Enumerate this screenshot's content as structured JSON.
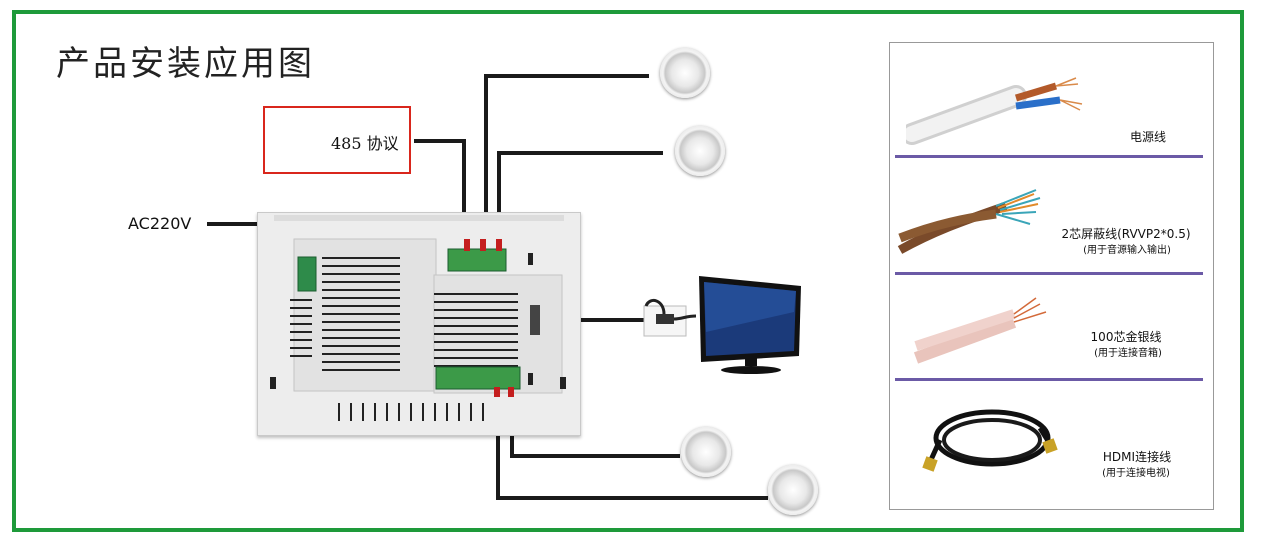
{
  "title": "产品安装应用图",
  "protocol_label": "485 协议",
  "power_label": "AC220V",
  "cables": [
    {
      "name": "电源线",
      "note": ""
    },
    {
      "name": "2芯屏蔽线(RVVP2*0.5)",
      "note": "(用于音源输入输出)"
    },
    {
      "name": "100芯金银线",
      "note": "(用于连接音箱)"
    },
    {
      "name": "HDMI连接线",
      "note": "(用于连接电视)"
    }
  ],
  "colors": {
    "frame": "#1e9a3a",
    "protocol_box": "#d9261c",
    "separator": "#6b5aa6",
    "wire": "#1a1a1a"
  },
  "icons": [
    "ceiling-speaker-icon",
    "tv-icon",
    "hdmi-wall-plate-icon",
    "power-cable-icon",
    "shielded-cable-icon",
    "speaker-wire-icon",
    "hdmi-cable-icon"
  ]
}
